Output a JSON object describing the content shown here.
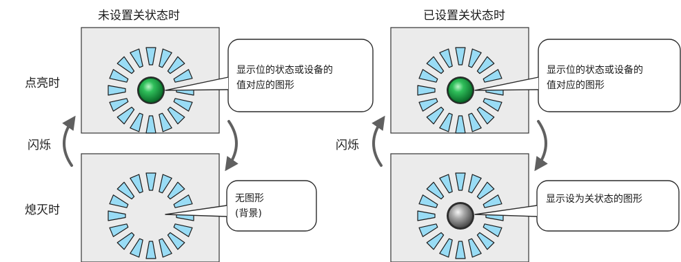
{
  "columns": [
    {
      "title": "未设置关状态时"
    },
    {
      "title": "已设置关状态时"
    }
  ],
  "rows": [
    {
      "label": "点亮时"
    },
    {
      "label": "熄灭时"
    }
  ],
  "blink_label": "闪烁",
  "callouts": {
    "unset_on": "显示位的状态或设备的值对应的图形",
    "unset_off_line1": "无图形",
    "unset_off_line2": "(背景)",
    "set_on": "显示位的状态或设备的值对应的图形",
    "set_off": "显示设为关状态的图形"
  },
  "states": {
    "unset_on": "green-lamp",
    "unset_off": "none",
    "set_on": "green-lamp",
    "set_off": "gray-lamp"
  },
  "colors": {
    "panel": "#ebebeb",
    "panel_border": "#333333",
    "ray_fill": "#99dcf5",
    "ray_stroke": "#1a1a1a",
    "lamp_on": "#1fa64a",
    "lamp_off": "#9a9a9a",
    "arrow": "#606060"
  }
}
